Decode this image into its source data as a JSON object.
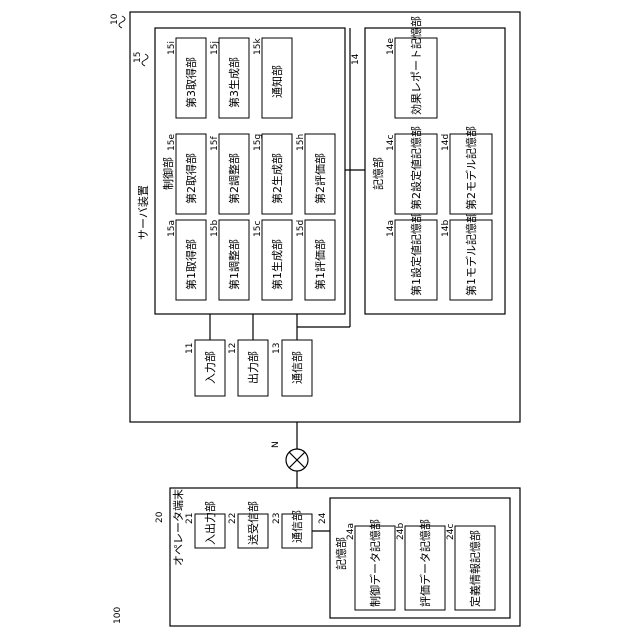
{
  "figure_ref": "100",
  "server": {
    "title": "サーバ装置",
    "ref": "10",
    "control": {
      "title": "制御部",
      "ref": "15",
      "units": [
        {
          "label": "第1取得部",
          "ref": "15a"
        },
        {
          "label": "第1調整部",
          "ref": "15b"
        },
        {
          "label": "第1生成部",
          "ref": "15c"
        },
        {
          "label": "第1評価部",
          "ref": "15d"
        },
        {
          "label": "第2取得部",
          "ref": "15e"
        },
        {
          "label": "第2調整部",
          "ref": "15f"
        },
        {
          "label": "第2生成部",
          "ref": "15g"
        },
        {
          "label": "第2評価部",
          "ref": "15h"
        },
        {
          "label": "第3取得部",
          "ref": "15i"
        },
        {
          "label": "第3生成部",
          "ref": "15j"
        },
        {
          "label": "通知部",
          "ref": "15k"
        }
      ]
    },
    "storage": {
      "title": "記憶部",
      "ref": "14",
      "units": [
        {
          "label": "第1設定値記憶部",
          "ref": "14a"
        },
        {
          "label": "第1モデル記憶部",
          "ref": "14b"
        },
        {
          "label": "第2設定値記憶部",
          "ref": "14c"
        },
        {
          "label": "第2モデル記憶部",
          "ref": "14d"
        },
        {
          "label": "効果レポート記憶部",
          "ref": "14e"
        }
      ]
    },
    "io": [
      {
        "label": "入力部",
        "ref": "11"
      },
      {
        "label": "出力部",
        "ref": "12"
      },
      {
        "label": "通信部",
        "ref": "13"
      }
    ]
  },
  "network": {
    "ref": "N"
  },
  "terminal": {
    "title": "オペレータ端末",
    "ref": "20",
    "io": [
      {
        "label": "入出力部",
        "ref": "21"
      },
      {
        "label": "送受信部",
        "ref": "22"
      },
      {
        "label": "通信部",
        "ref": "23"
      }
    ],
    "storage": {
      "title": "記憶部",
      "ref": "24",
      "units": [
        {
          "label": "制御データ記憶部",
          "ref": "24a"
        },
        {
          "label": "評価データ記憶部",
          "ref": "24b"
        },
        {
          "label": "定義情報記憶部",
          "ref": "24c"
        }
      ]
    }
  }
}
